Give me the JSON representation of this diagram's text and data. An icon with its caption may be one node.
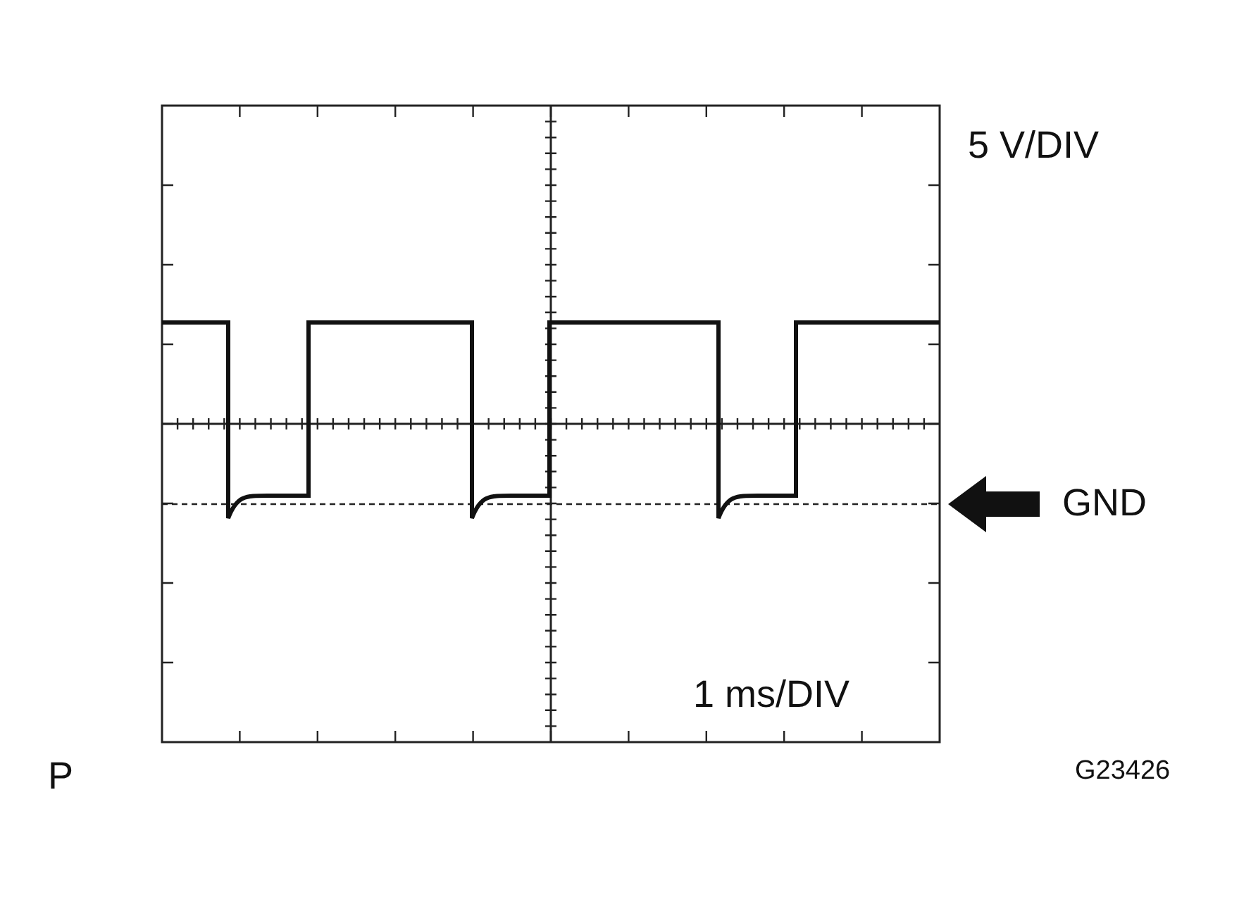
{
  "diagram": {
    "labels": [
      "5 V/DIV",
      "GND",
      "1 ms/DIV",
      "P",
      "G23426"
    ]
  }
}
